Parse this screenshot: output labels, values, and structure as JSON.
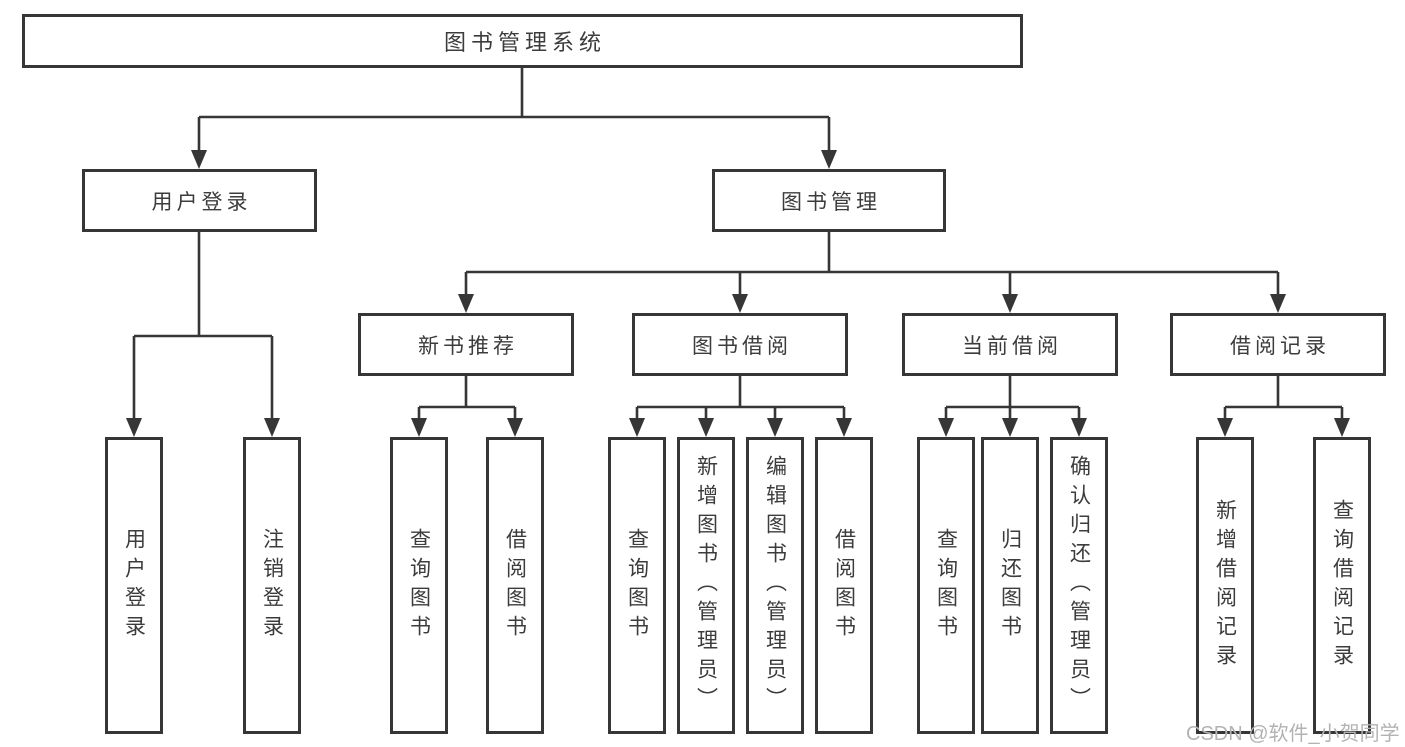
{
  "colors": {
    "line": "#363636",
    "box_border": "#363636",
    "text": "#3c3c3c",
    "watermark": "#b3b3b3",
    "background": "#ffffff"
  },
  "diagram": {
    "root": {
      "label": "图书管理系统"
    },
    "level1": [
      {
        "label": "用户登录"
      },
      {
        "label": "图书管理"
      }
    ],
    "level2": [
      {
        "label": "新书推荐"
      },
      {
        "label": "图书借阅"
      },
      {
        "label": "当前借阅"
      },
      {
        "label": "借阅记录"
      }
    ],
    "leaves": {
      "user_login": [
        "用户登录",
        "注销登录"
      ],
      "new_book": [
        "查询图书",
        "借阅图书"
      ],
      "book_borrow": [
        "查询图书",
        "新增图书（管理员）",
        "编辑图书（管理员）",
        "借阅图书"
      ],
      "current_borrow": [
        "查询图书",
        "归还图书",
        "确认归还（管理员）"
      ],
      "borrow_record": [
        "新增借阅记录",
        "查询借阅记录"
      ]
    }
  },
  "watermark": {
    "text": "CSDN @软件_小贺同学"
  }
}
